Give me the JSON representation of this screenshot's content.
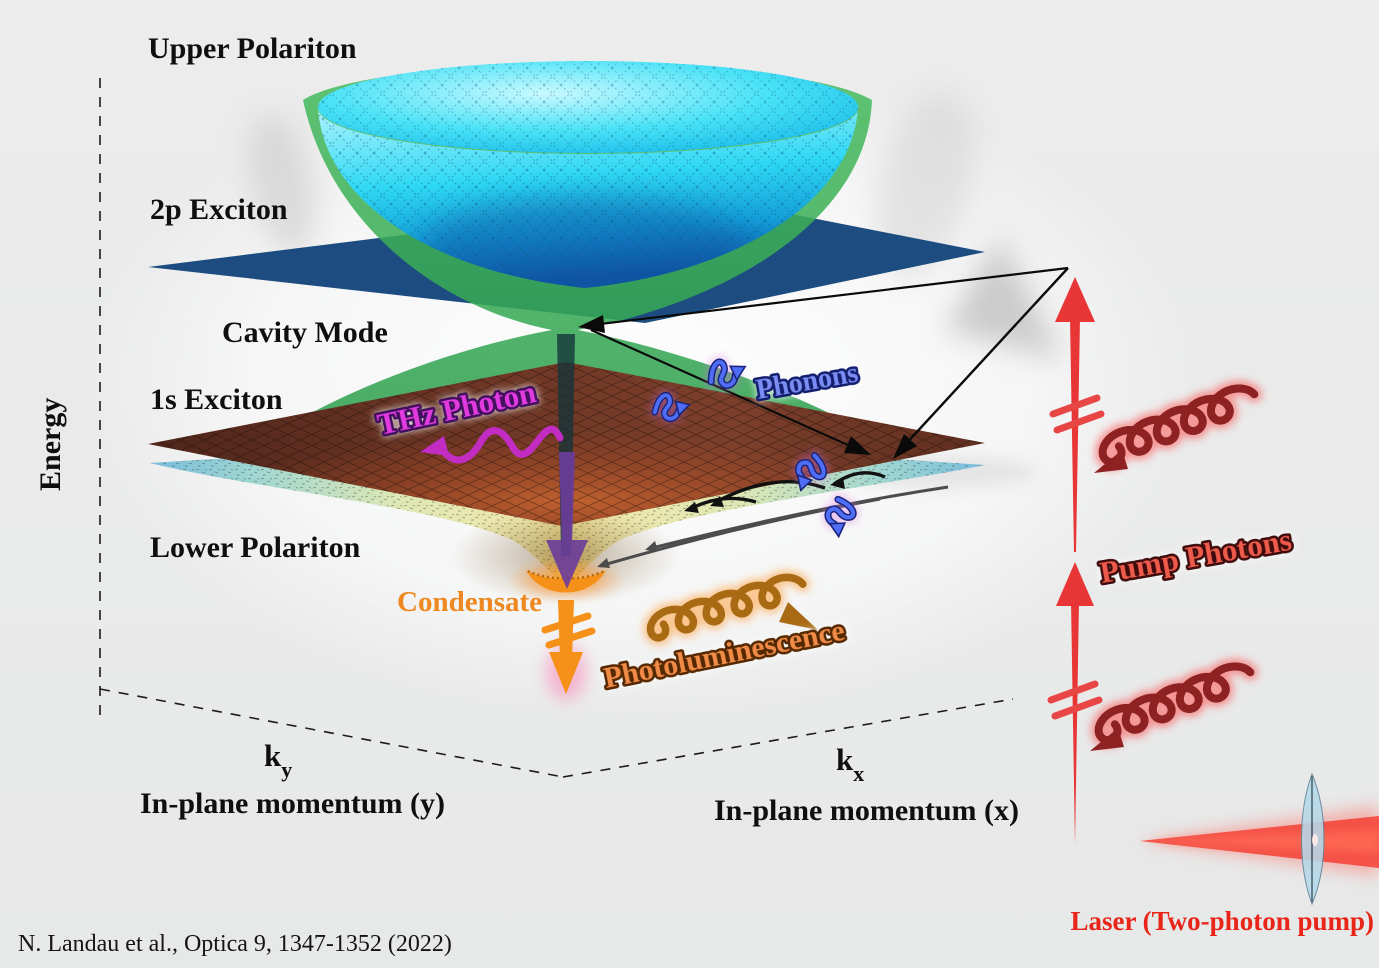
{
  "figure": {
    "band_labels": {
      "upper_polariton": "Upper Polariton",
      "two_p_exciton": "2p Exciton",
      "cavity_mode": "Cavity Mode",
      "one_s_exciton": "1s Exciton",
      "lower_polariton": "Lower Polariton",
      "condensate": "Condensate"
    },
    "annotations": {
      "thz_photon": "THz Photon",
      "phonons": "Phonons",
      "photoluminescence": "Photoluminescence",
      "pump_photons": "Pump Photons",
      "laser": "Laser (Two-photon pump)"
    },
    "axes": {
      "energy": "Energy",
      "ky_main": "k",
      "ky_sub": "y",
      "ky_caption": "In-plane momentum (y)",
      "kx_main": "k",
      "kx_sub": "x",
      "kx_caption": "In-plane momentum (x)"
    },
    "citation": "N. Landau et al., Optica 9, 1347-1352 (2022)"
  },
  "colors": {
    "background": "#e9eaea",
    "upper_polariton_cyan": "#1ed0f0",
    "cavity_mode_green": "#3cb558",
    "exciton_2p_blue": "#1d4d80",
    "exciton_1s_brown": "#6b3424",
    "lower_polariton_yellow": "#e9d98f",
    "condensate_orange": "#f59018",
    "thz_magenta": "#c32cc3",
    "phonon_blue": "#4f6ef5",
    "pump_red": "#e83535",
    "laser_red": "#e92519"
  }
}
